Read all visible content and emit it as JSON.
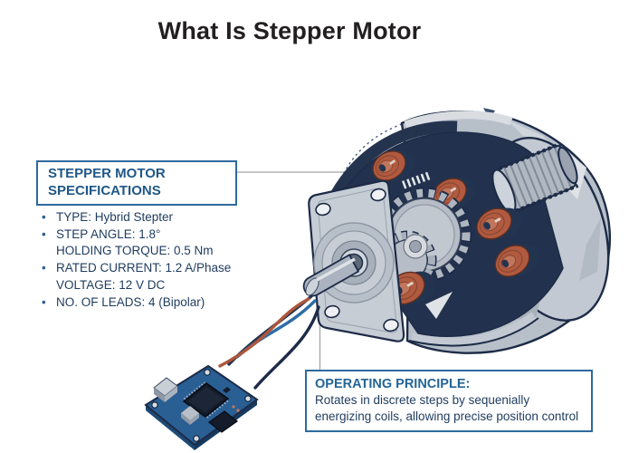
{
  "page": {
    "title": "What Is Stepper Motor"
  },
  "spec_box": {
    "heading_line1": "STEPPER MOTOR",
    "heading_line2": "SPECIFICATIONS",
    "lines": [
      {
        "text": "TYPE: Hybrid Stepter",
        "bulleted": true
      },
      {
        "text": "STEP ANGLE: 1.8°",
        "bulleted": true
      },
      {
        "text": "HOLDING TORQUE: 0.5 Nm",
        "bulleted": false
      },
      {
        "text": "RATED CURRENT: 1.2 A/Phase",
        "bulleted": true
      },
      {
        "text": "VOLTAGE: 12 V DC",
        "bulleted": false
      },
      {
        "text": "NO. OF LEADS: 4 (Bipolar)",
        "bulleted": true
      }
    ]
  },
  "principle_box": {
    "heading": "OPERATING PRINCIPLE:",
    "line1": "Rotates in discrete steps by sequenially",
    "line2": "energizing coils, allowing precise position control"
  },
  "illustration": {
    "subject": "stepper-motor-cutaway",
    "parts": [
      "front-plate",
      "motor-shaft",
      "stator-coils",
      "rotor-gear",
      "rear-end-cap",
      "output-spline-gear",
      "rotation-arrows",
      "driver-pcb",
      "lead-wires"
    ]
  },
  "colors": {
    "title_text": "#231f20",
    "box_border": "#2e6a9e",
    "spec_heading": "#1f5788",
    "principle_heading": "#246596",
    "body_text": "#1e3b5e",
    "motor_gray": "#c2c9d2",
    "motor_navy": "#22324e",
    "coil_copper": "#b05a40",
    "pcb_blue": "#2a5f94",
    "leader_line": "#a0a4a8"
  }
}
